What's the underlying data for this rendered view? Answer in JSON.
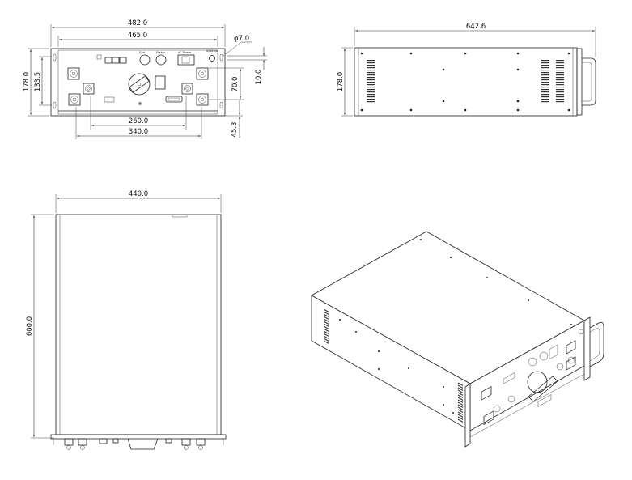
{
  "dimensions": {
    "front_width_total": "482.0",
    "front_width_inner": "465.0",
    "front_height": "178.0",
    "front_height_inner": "133.5",
    "hole_diameter": "φ7.0",
    "offset_small": "10.0",
    "offset_70": "70.0",
    "span_260": "260.0",
    "span_340": "340.0",
    "bottom_offset": "45.3",
    "side_length": "642.6",
    "side_height": "178.0",
    "top_width": "440.0",
    "top_depth": "600.0"
  },
  "front_panel_labels": {
    "label_a": "Gnd",
    "label_b": "Status",
    "label_c": "AC Power",
    "label_d": "ID Drive"
  },
  "colors": {
    "line": "#222222",
    "background": "#ffffff"
  }
}
